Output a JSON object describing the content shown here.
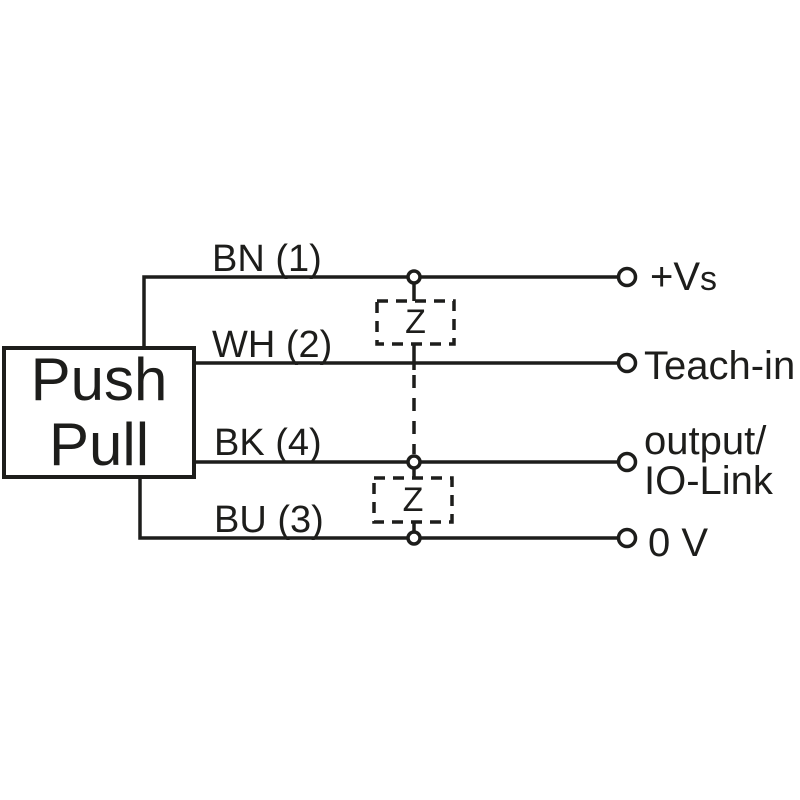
{
  "colors": {
    "line": "#1d1d1b",
    "background": "#ffffff"
  },
  "diagram": {
    "device": {
      "line1": "Push",
      "line2": "Pull"
    },
    "wires": [
      {
        "label": "BN (1)",
        "terminal_main": "+V",
        "terminal_sub": "s"
      },
      {
        "label": "WH (2)",
        "terminal": "Teach-in"
      },
      {
        "label": "BK (4)",
        "terminal_line1": "output/",
        "terminal_line2": "IO-Link"
      },
      {
        "label": "BU (3)",
        "terminal": "0 V"
      }
    ],
    "suppressors": [
      {
        "label": "Z"
      },
      {
        "label": "Z"
      }
    ]
  }
}
